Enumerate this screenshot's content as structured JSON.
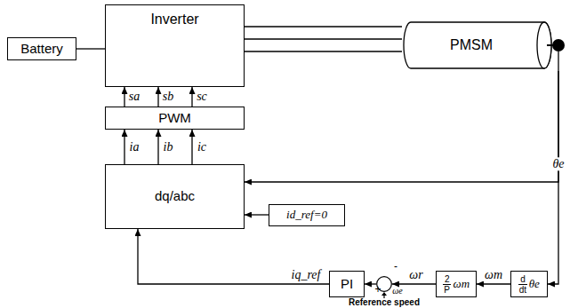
{
  "diagram": {
    "nodes": [
      {
        "text": [
          "Battery"
        ]
      },
      {
        "text": [
          "Inverter"
        ]
      },
      {
        "text": [
          "PMSM"
        ]
      },
      {
        "text": [
          "PWM"
        ]
      },
      {
        "text": [
          "dq/abc"
        ]
      },
      {
        "text": [
          "id_ref=0"
        ]
      },
      {
        "text": [
          "PI"
        ]
      },
      {
        "text": [
          "-",
          "+"
        ]
      },
      {
        "text": [
          "2",
          "P",
          "ωm"
        ]
      },
      {
        "text": [
          "d",
          "dt",
          "θe"
        ]
      }
    ],
    "edges": [
      {
        "from": 0,
        "to": 1,
        "arrow": "none"
      },
      {
        "from": 1,
        "to": 2,
        "arrow": "none"
      },
      {
        "from": 1,
        "to": 2,
        "arrow": "none"
      },
      {
        "from": 1,
        "to": 2,
        "arrow": "none"
      },
      {
        "from": 3,
        "to": 1,
        "arrow": "to",
        "label": "sa"
      },
      {
        "from": 3,
        "to": 1,
        "arrow": "to",
        "label": "sb"
      },
      {
        "from": 3,
        "to": 1,
        "arrow": "to",
        "label": "sc"
      },
      {
        "from": 4,
        "to": 3,
        "arrow": "to",
        "label": "ia"
      },
      {
        "from": 4,
        "to": 3,
        "arrow": "to",
        "label": "ib"
      },
      {
        "from": 4,
        "to": 3,
        "arrow": "to",
        "label": "ic"
      },
      {
        "from": 5,
        "to": 4,
        "arrow": "to"
      },
      {
        "from": 2,
        "to": 4,
        "arrow": "to",
        "label": "θe"
      },
      {
        "from": 2,
        "to": 9,
        "arrow": "to"
      },
      {
        "from": 9,
        "to": 8,
        "arrow": "to",
        "label": "ωm"
      },
      {
        "from": 8,
        "to": 7,
        "arrow": "to",
        "label": "ωr"
      },
      {
        "from": 7,
        "to": 6,
        "arrow": "to"
      },
      {
        "from": 6,
        "to": 4,
        "arrow": "to",
        "label": "iq_ref"
      }
    ],
    "labels": [
      "ωe",
      "Reference speed"
    ]
  }
}
